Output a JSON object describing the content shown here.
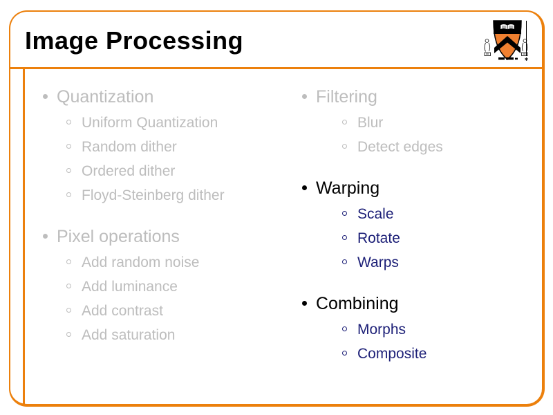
{
  "title": "Image Processing",
  "logo": {
    "icon": "princeton-shield"
  },
  "theme": {
    "accent": "#EC800C",
    "dimmed_text": "#BDBDBD",
    "active_heading": "#000000",
    "active_item": "#1C1F77",
    "shield_orange": "#F08030",
    "background": "#FFFFFF",
    "title_color": "#000000"
  },
  "columns": [
    {
      "groups": [
        {
          "header": "Quantization",
          "state": "dimmed",
          "items": [
            "Uniform Quantization",
            "Random dither",
            "Ordered dither",
            "Floyd-Steinberg dither"
          ]
        },
        {
          "header": "Pixel operations",
          "state": "dimmed",
          "items": [
            "Add random noise",
            "Add luminance",
            "Add contrast",
            "Add saturation"
          ]
        }
      ]
    },
    {
      "groups": [
        {
          "header": "Filtering",
          "state": "dimmed",
          "items": [
            "Blur",
            "Detect edges"
          ]
        },
        {
          "header": "Warping",
          "state": "active",
          "items": [
            "Scale",
            "Rotate",
            "Warps"
          ]
        },
        {
          "header": "Combining",
          "state": "active",
          "items": [
            "Morphs",
            "Composite"
          ]
        }
      ]
    }
  ]
}
